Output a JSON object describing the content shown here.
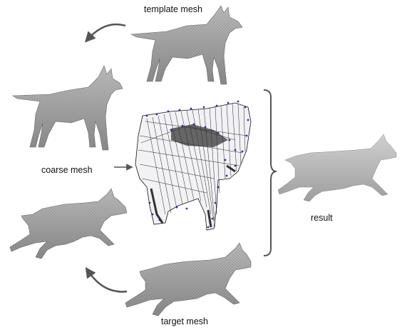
{
  "labels": {
    "template_mesh": "template mesh",
    "coarse_mesh": "coarse mesh",
    "result": "result",
    "target_mesh": "target mesh"
  },
  "colors": {
    "mesh_fill": "#a9a9a9",
    "mesh_shade": "#7d7d7d",
    "wire": "#2a2a2a",
    "correspondence_points": "#1a1aa8",
    "arrow": "#555555"
  },
  "icons": [
    "curved-arrow-icon",
    "right-arrow-icon",
    "curly-brace-icon"
  ]
}
